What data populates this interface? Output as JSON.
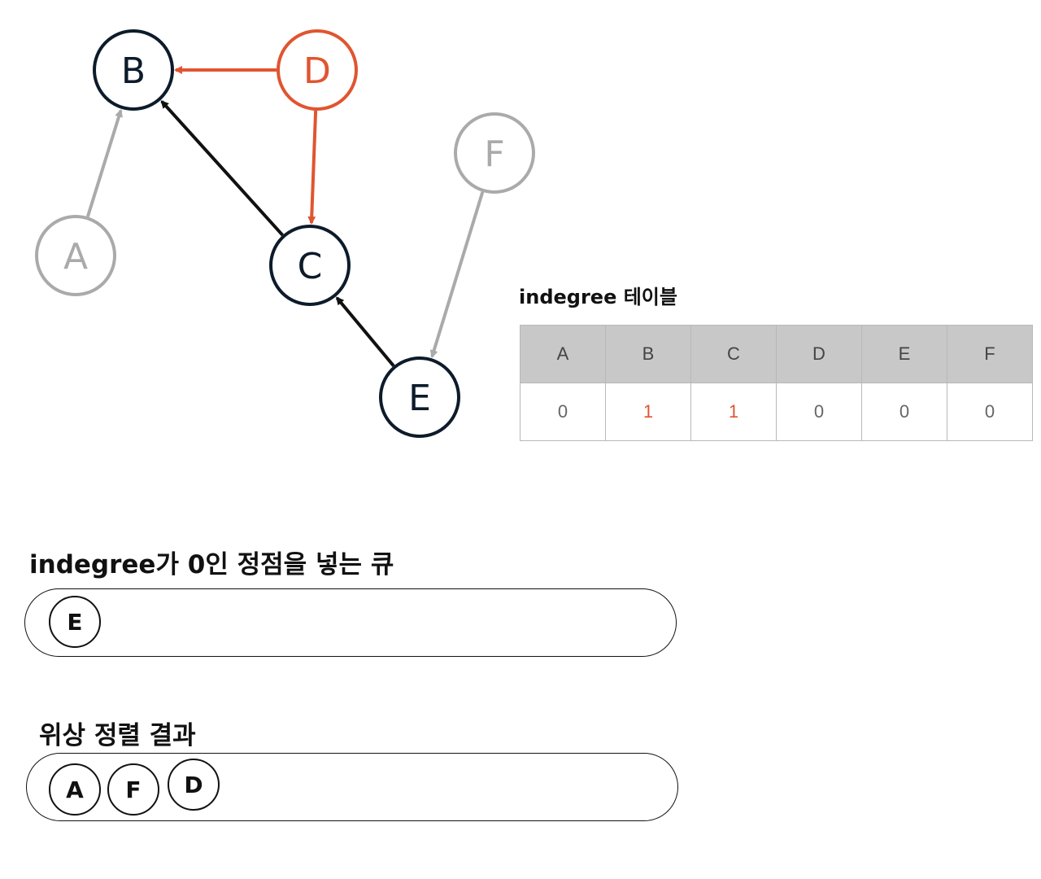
{
  "graph": {
    "nodes": [
      {
        "id": "B",
        "label": "B",
        "color": "#0d1b2a"
      },
      {
        "id": "D",
        "label": "D",
        "color": "#e05530"
      },
      {
        "id": "F",
        "label": "F",
        "color": "#aaaaaa"
      },
      {
        "id": "A",
        "label": "A",
        "color": "#aaaaaa"
      },
      {
        "id": "C",
        "label": "C",
        "color": "#0d1b2a"
      },
      {
        "id": "E",
        "label": "E",
        "color": "#0d1b2a"
      }
    ],
    "edges": [
      {
        "from": "D",
        "to": "B",
        "color": "#e05530"
      },
      {
        "from": "D",
        "to": "C",
        "color": "#e05530"
      },
      {
        "from": "A",
        "to": "B",
        "color": "#aaaaaa"
      },
      {
        "from": "C",
        "to": "B",
        "color": "#111111"
      },
      {
        "from": "E",
        "to": "C",
        "color": "#111111"
      },
      {
        "from": "F",
        "to": "E",
        "color": "#aaaaaa"
      }
    ]
  },
  "indegree_table": {
    "title": "indegree 테이블",
    "headers": [
      "A",
      "B",
      "C",
      "D",
      "E",
      "F"
    ],
    "values": [
      "0",
      "1",
      "1",
      "0",
      "0",
      "0"
    ],
    "highlight_color": "#e05530",
    "highlighted": [
      false,
      true,
      true,
      false,
      false,
      false
    ]
  },
  "queue": {
    "title": "indegree가 0인 정점을 넣는 큐",
    "items": [
      "E"
    ]
  },
  "result": {
    "title": "위상 정렬 결과",
    "items": [
      "A",
      "F",
      "D"
    ]
  }
}
